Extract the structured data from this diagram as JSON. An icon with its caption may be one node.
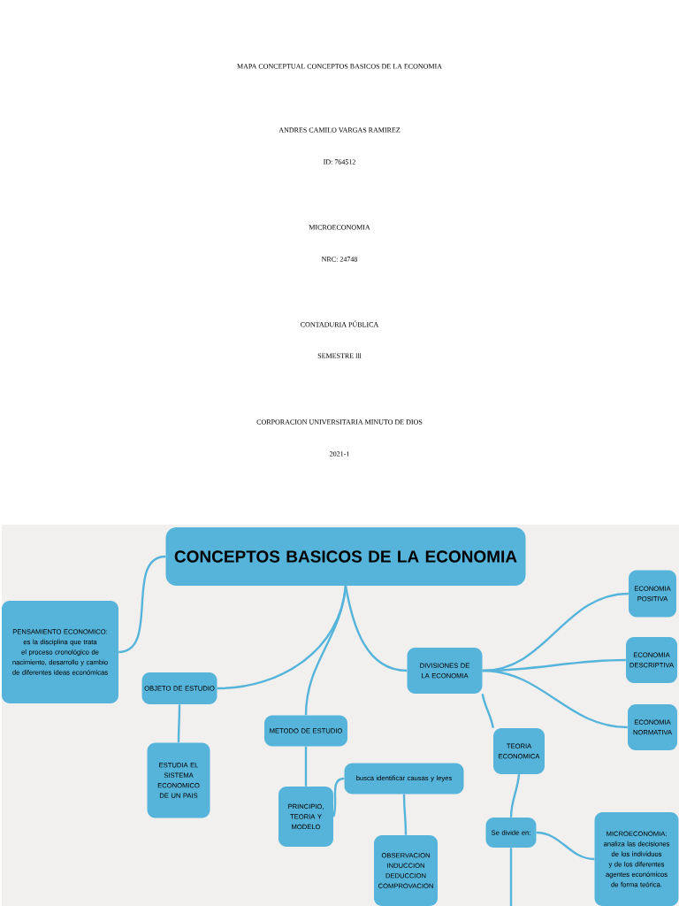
{
  "diagram": {
    "title": "MAPA CONCEPTUAL CONCEPTOS BASICOS DE LA ECONOMIA",
    "nodes": [
      {
        "text": [
          "CONCEPTOS BASICOS DE LA ECONOMIA"
        ]
      },
      {
        "text": [
          "PENSAMIENTO ECONOMICO: es la disciplina que trata el proceso cronológico de nacimiento, desarrollo y cambio de diferentes ideas económicas"
        ]
      },
      {
        "text": [
          "OBJETO DE ESTUDIO"
        ]
      },
      {
        "text": [
          "METODO DE ESTUDIO"
        ]
      },
      {
        "text": [
          "DIVISIONES DE LA ECONOMIA"
        ]
      },
      {
        "text": [
          "ECONOMIA POSITIVA"
        ]
      },
      {
        "text": [
          "ECONOMIA DESCRIPTIVA"
        ]
      },
      {
        "text": [
          "ECONOMIA NORMATIVA"
        ]
      },
      {
        "text": [
          "ESTUDIA EL SISTEMA ECONOMICO DE UN PAIS"
        ]
      },
      {
        "text": [
          "PRINCIPIO, TEORIA Y MODELO"
        ]
      },
      {
        "text": [
          "busca identificar causas y leyes"
        ]
      },
      {
        "text": [
          "OBSERVACION INDUCCION DEDUCCION COMPROVACION"
        ]
      },
      {
        "text": [
          "TEORIA ECONOMICA"
        ]
      },
      {
        "text": [
          "Se divide en:"
        ]
      },
      {
        "text": [
          "MICROECONOMIA: analiza las decisiones de los individuos y de los diferentes agentes económicos de forma teórica."
        ]
      }
    ],
    "edges": [
      {
        "from": 0,
        "to": 1,
        "arrow": "none"
      },
      {
        "from": 0,
        "to": 2,
        "arrow": "none"
      },
      {
        "from": 0,
        "to": 3,
        "arrow": "none"
      },
      {
        "from": 0,
        "to": 4,
        "arrow": "none"
      },
      {
        "from": 4,
        "to": 5,
        "arrow": "none"
      },
      {
        "from": 4,
        "to": 6,
        "arrow": "none"
      },
      {
        "from": 4,
        "to": 7,
        "arrow": "none"
      },
      {
        "from": 4,
        "to": 12,
        "arrow": "none"
      },
      {
        "from": 2,
        "to": 8,
        "arrow": "none"
      },
      {
        "from": 3,
        "to": 9,
        "arrow": "none"
      },
      {
        "from": 9,
        "to": 10,
        "arrow": "none"
      },
      {
        "from": 10,
        "to": 11,
        "arrow": "none"
      },
      {
        "from": 12,
        "to": 13,
        "arrow": "none"
      },
      {
        "from": 13,
        "to": 14,
        "arrow": "none"
      },
      {
        "from": 13,
        "to": null,
        "arrow": "none"
      }
    ],
    "labels": [
      "ANDRES CAMILO VARGAS RAMIREZ",
      "ID: 764512",
      "MICROECONOMIA",
      "NRC: 24748",
      "CONTADURIA PÚBLICA",
      "SEMESTRE lll",
      "CORPORACION UNIVERSITARIA MINUTO DE DIOS",
      "2021-1"
    ]
  }
}
